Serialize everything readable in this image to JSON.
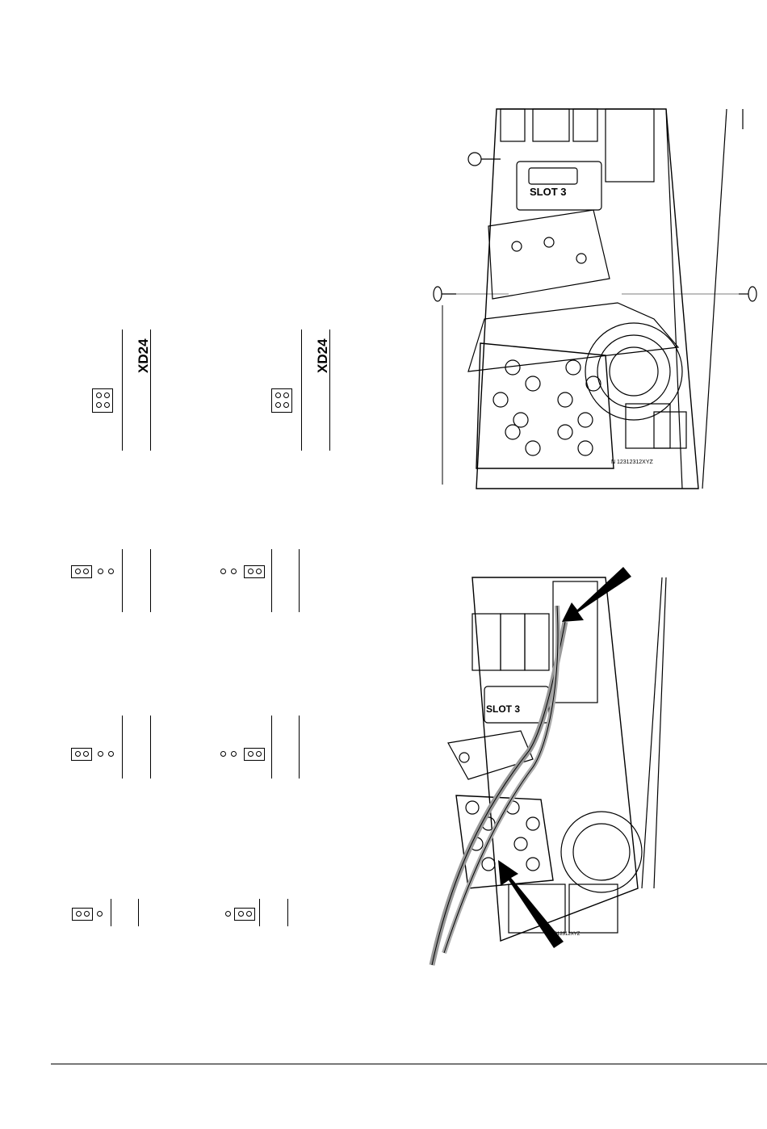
{
  "jumper_diagrams": {
    "top_left_label": "XD24",
    "top_right_label": "XD24"
  },
  "figure_top": {
    "slot_label": "SLOT 3",
    "serial_label": "N 12312312XYZ"
  },
  "figure_bottom": {
    "slot_label": "SLOT 3",
    "serial_label": "12312312XYZ"
  }
}
